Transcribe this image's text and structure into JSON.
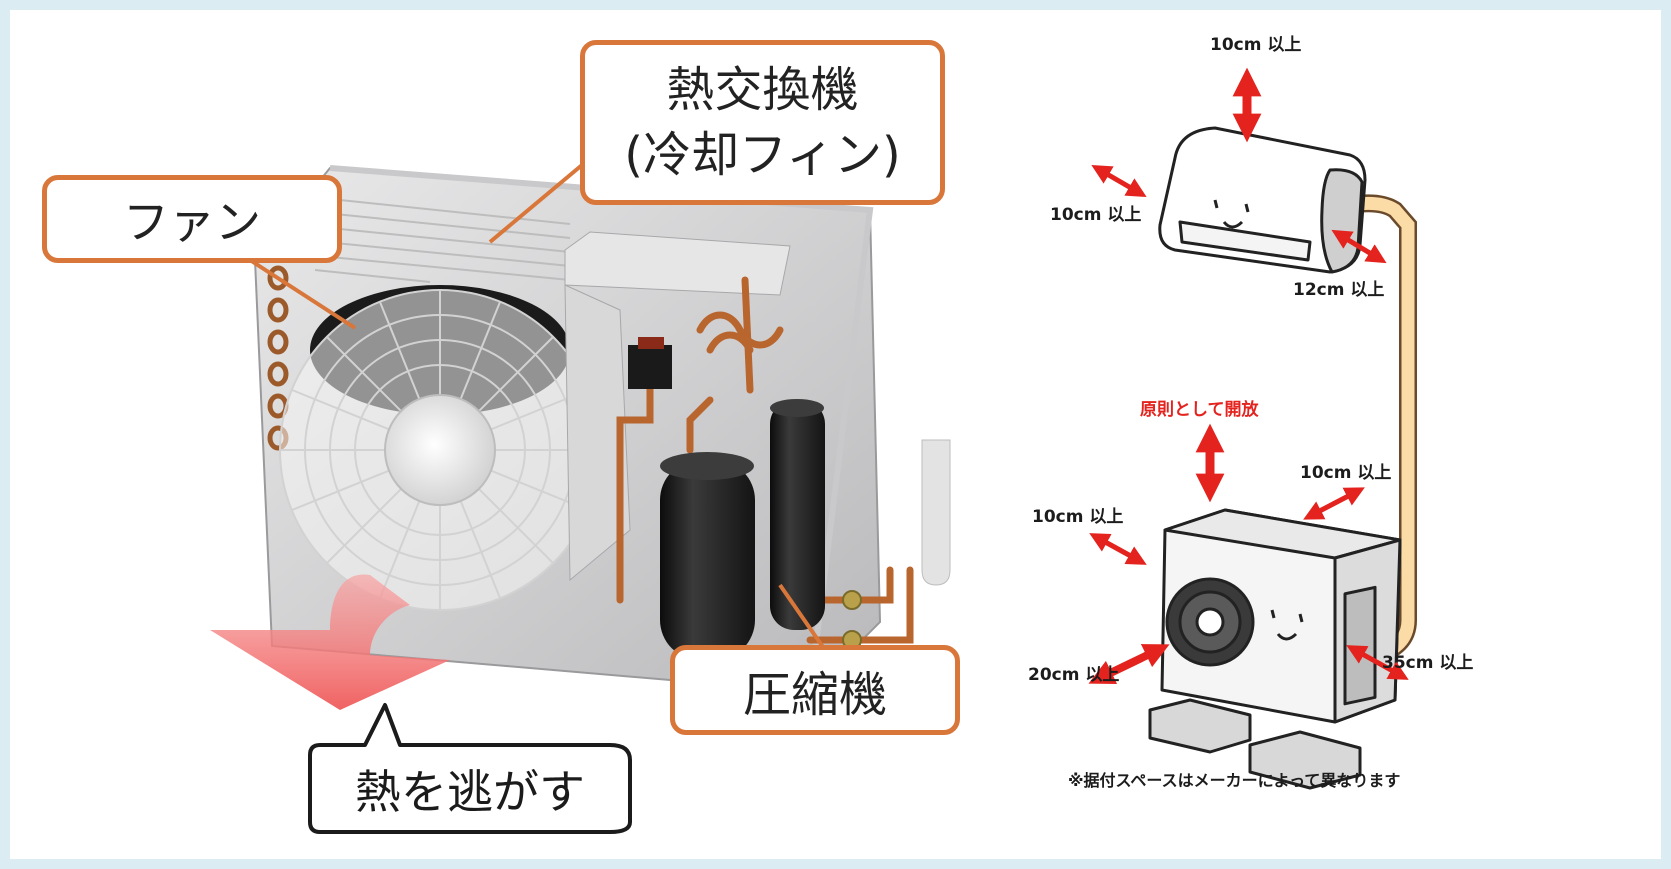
{
  "left_diagram": {
    "callouts": {
      "heat_exchanger": {
        "line1": "熱交換機",
        "line2": "(冷却フィン)"
      },
      "fan": "ファン",
      "compressor": "圧縮機",
      "release_heat": "熱を逃がす"
    },
    "colors": {
      "callout_border": "#d9763a",
      "heat_arrow": "#f26b6b",
      "copper_pipe": "#b8652e"
    }
  },
  "right_diagram": {
    "indoor_unit": {
      "top": "10cm 以上",
      "left": "10cm 以上",
      "right": "12cm 以上"
    },
    "outdoor_unit": {
      "top": "原則として開放",
      "back": "10cm 以上",
      "left": "10cm 以上",
      "front": "20cm 以上",
      "right": "35cm 以上"
    },
    "note": "※据付スペースはメーカーによって異なります",
    "colors": {
      "arrow": "#e4231e",
      "pipe": "#fbdba6"
    }
  }
}
